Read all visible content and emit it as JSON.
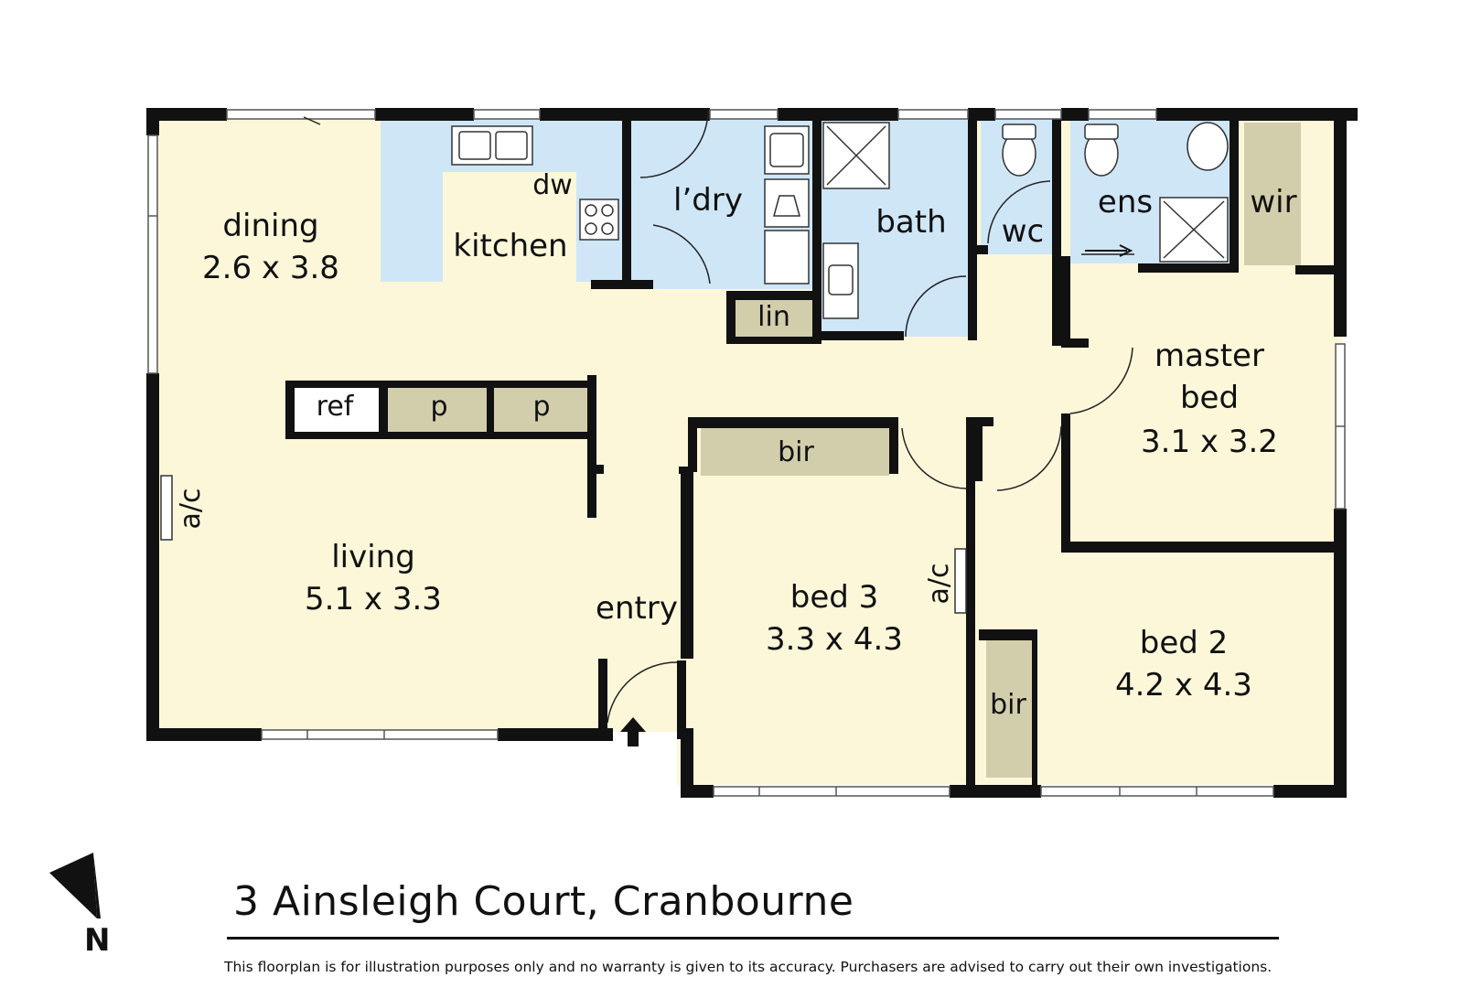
{
  "title": "3 Ainsleigh Court, Cranbourne",
  "disclaimer": "This floorplan is for illustration purposes only and no warranty is given to its accuracy. Purchasers are advised to carry out their own investigations.",
  "north": "N",
  "rooms": {
    "dining": {
      "name": "dining",
      "size": "2.6 x 3.8"
    },
    "kitchen": {
      "name": "kitchen"
    },
    "dw": "dw",
    "laundry": {
      "name": "l’dry"
    },
    "bath": {
      "name": "bath"
    },
    "wc": {
      "name": "wc"
    },
    "ens": {
      "name": "ens"
    },
    "wir": {
      "name": "wir"
    },
    "lin": {
      "name": "lin"
    },
    "ref": "ref",
    "pantry_1": "p",
    "pantry_2": "p",
    "living": {
      "name": "living",
      "size": "5.1 x 3.3"
    },
    "entry": {
      "name": "entry"
    },
    "bir_bed3": "bir",
    "bed3": {
      "name": "bed 3",
      "size": "3.3 x 4.3"
    },
    "master": {
      "name_line1": "master",
      "name_line2": "bed",
      "size": "3.1 x 3.2"
    },
    "bed2": {
      "name": "bed 2",
      "size": "4.2 x 4.3"
    },
    "bir_bed2": "bir",
    "ac_living": "a/c",
    "ac_bed": "a/c"
  },
  "colors": {
    "living_area": "#fcf7d9",
    "wet_area": "#cfe6f7",
    "storage": "#d2ceac",
    "wall": "#111111"
  }
}
